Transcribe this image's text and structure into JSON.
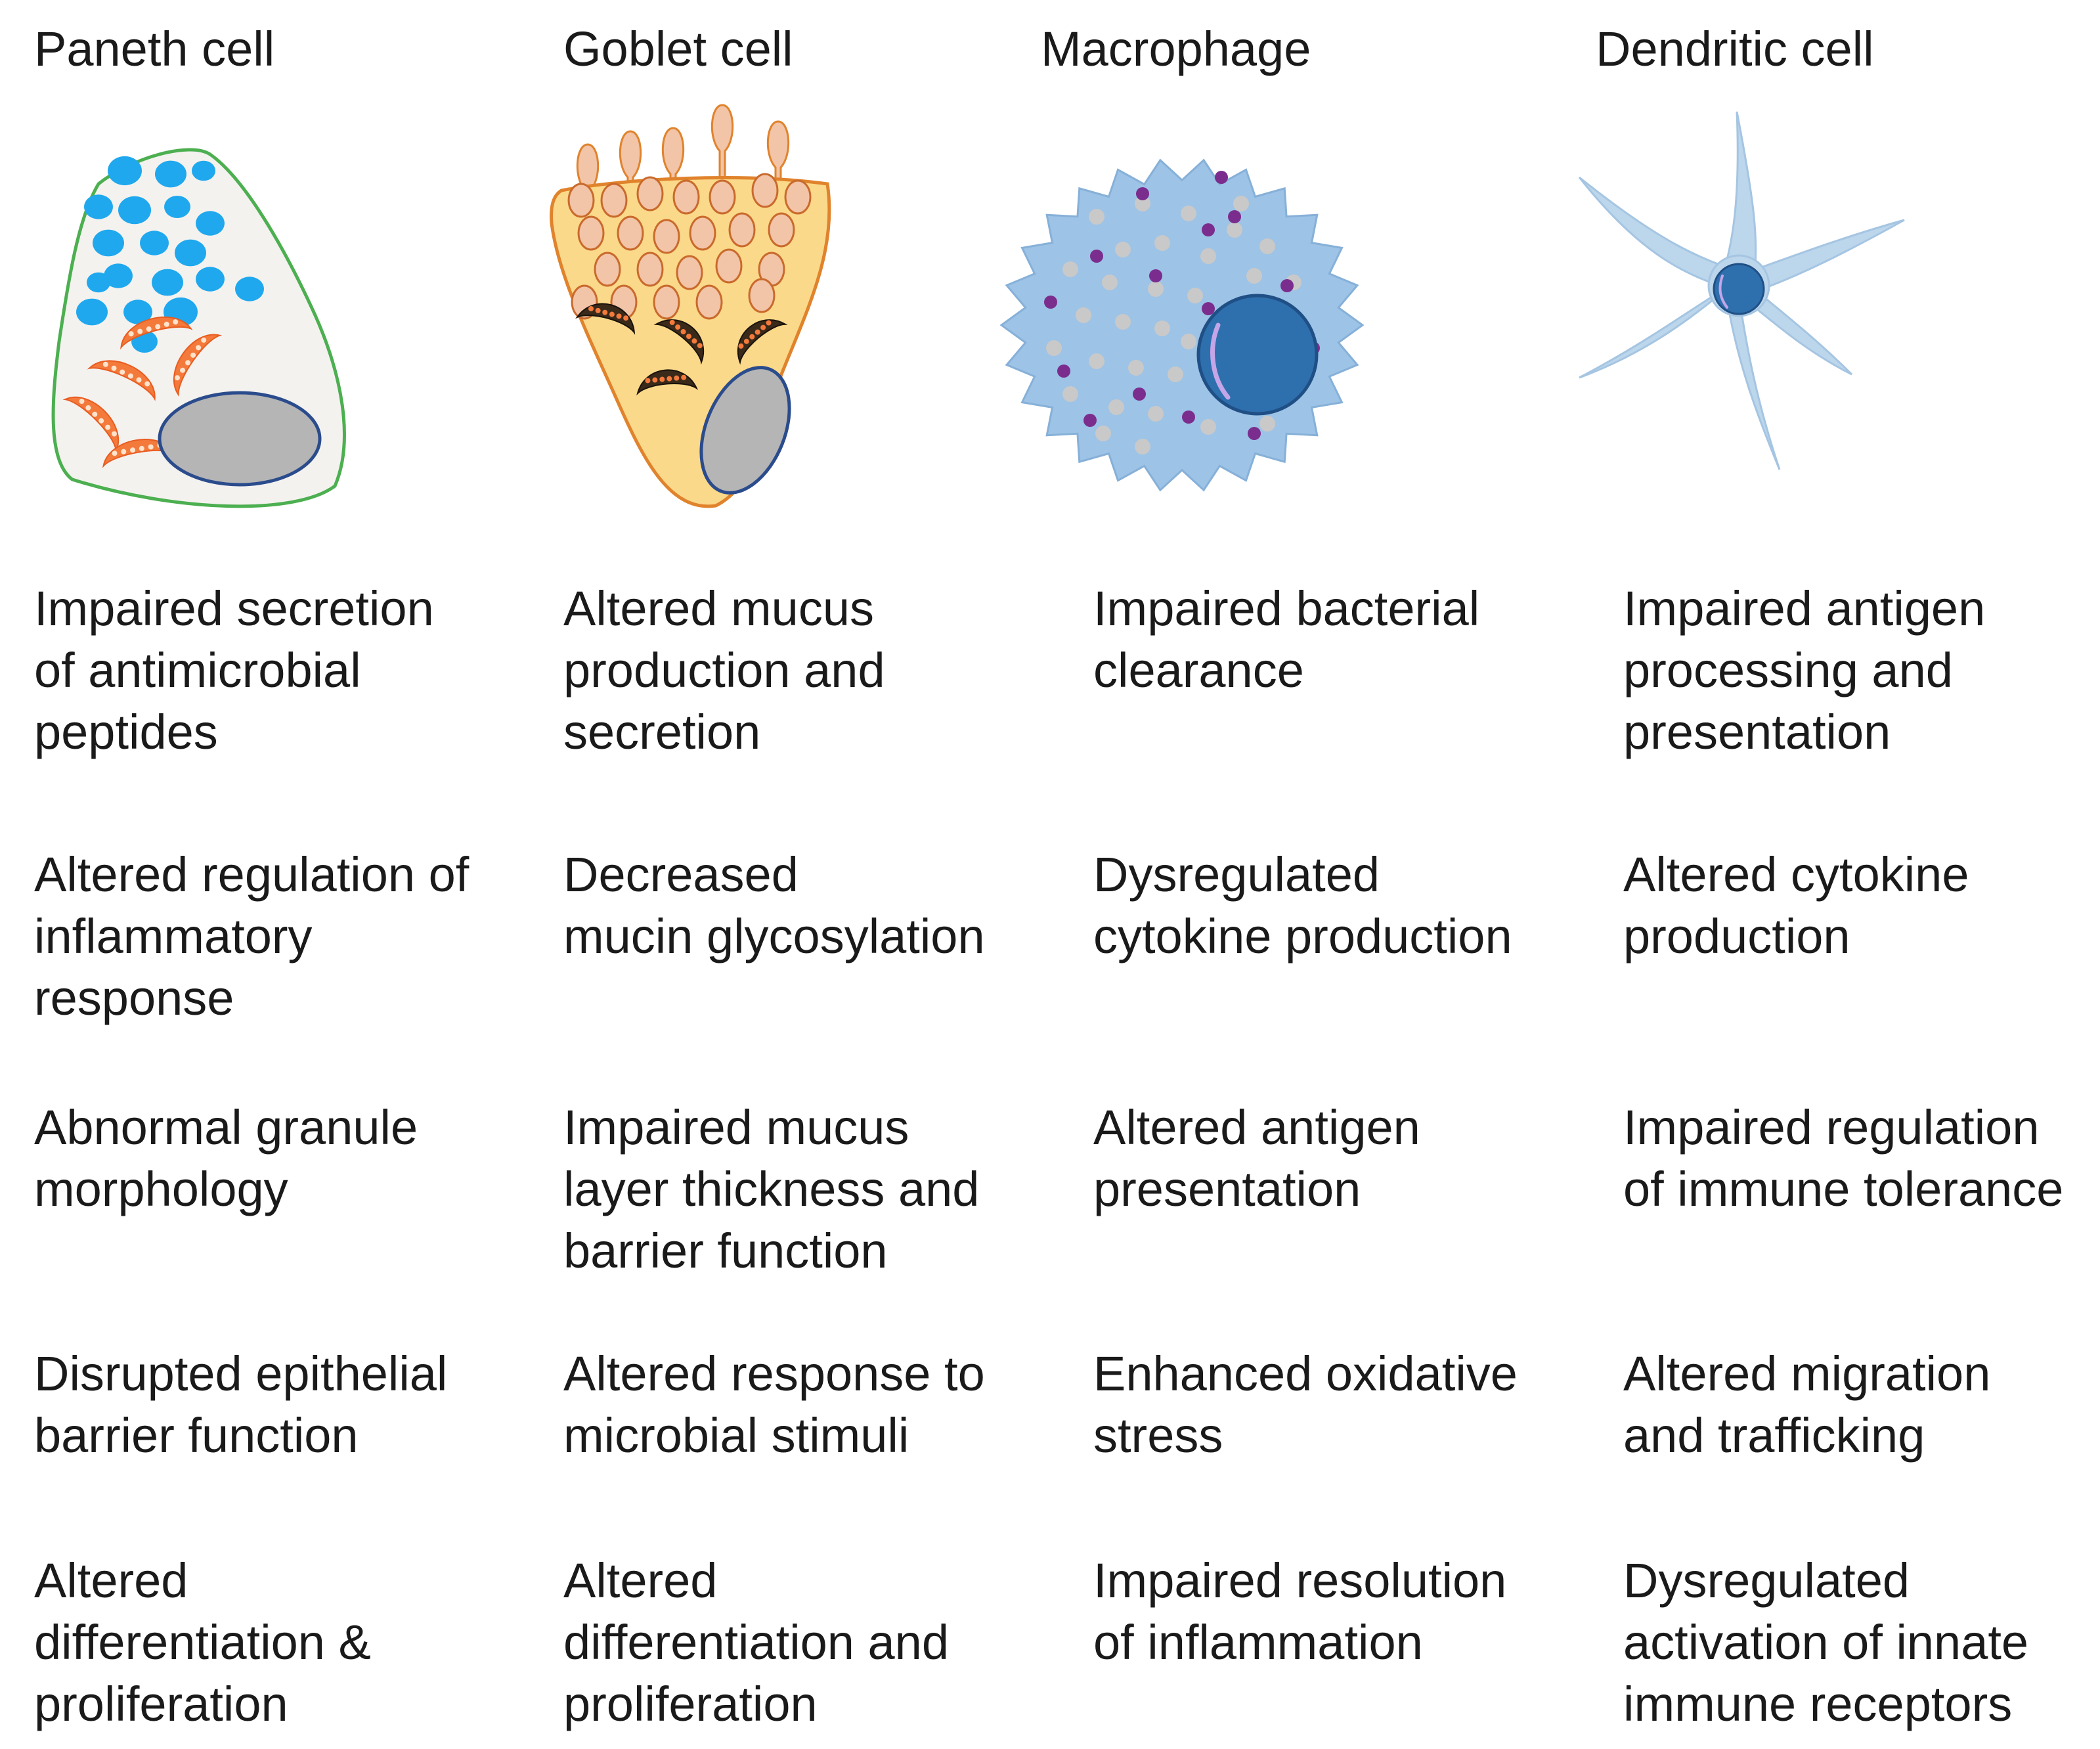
{
  "cells": [
    {
      "name": "Paneth cell",
      "effects": [
        "Impaired secretion\nof antimicrobial\npeptides",
        "Altered regulation of\ninflammatory\nresponse",
        "Abnormal granule\nmorphology",
        "Disrupted epithelial\nbarrier function",
        "Altered\ndifferentiation &\nproliferation"
      ]
    },
    {
      "name": "Goblet cell",
      "effects": [
        "Altered mucus\nproduction and\nsecretion",
        "Decreased\nmucin glycosylation",
        "Impaired mucus\nlayer thickness and\nbarrier function",
        "Altered response to\nmicrobial stimuli",
        "Altered\ndifferentiation and\nproliferation"
      ]
    },
    {
      "name": "Macrophage",
      "effects": [
        "Impaired bacterial\nclearance",
        "Dysregulated\ncytokine production",
        "Altered antigen\npresentation",
        "Enhanced oxidative\nstress",
        "Impaired resolution\nof inflammation"
      ]
    },
    {
      "name": "Dendritic cell",
      "effects": [
        "Impaired antigen\nprocessing and\npresentation",
        "Altered cytokine\nproduction",
        "Impaired regulation\nof immune tolerance",
        "Altered migration\nand trafficking",
        "Dysregulated\nactivation of innate\nimmune receptors"
      ]
    }
  ],
  "colors": {
    "paneth_outline": "#4caf50",
    "paneth_fill": "#f4f2ef",
    "paneth_granule": "#1fa8ee",
    "paneth_mito": "#f47a3c",
    "nucleus_gray": "#b5b5b5",
    "goblet_fill": "#fbd98a",
    "goblet_outline": "#e0832c",
    "mucus_vesicle": "#f2c4a8",
    "macrophage_fill": "#9dc3e6",
    "macrophage_nucleus": "#2e6fad",
    "macrophage_dot": "#7b2d8e",
    "dendritic_fill": "#bcd6ec",
    "dendritic_nucleus": "#2e6fad"
  }
}
